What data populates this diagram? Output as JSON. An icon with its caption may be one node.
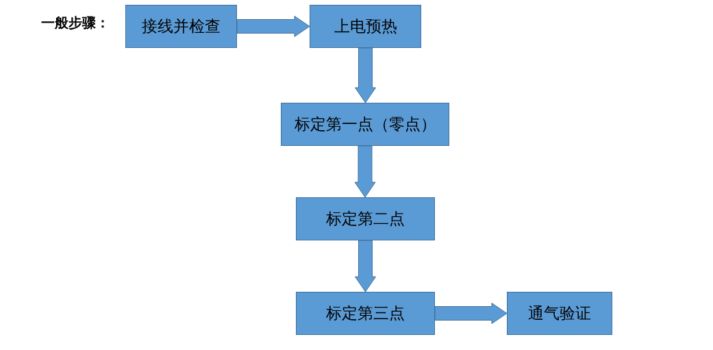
{
  "diagram": {
    "title": "一般步骤：",
    "nodes": [
      {
        "text": [
          "接线并检查"
        ]
      },
      {
        "text": [
          "上电预热"
        ]
      },
      {
        "text": [
          "标定第一点（零点）"
        ]
      },
      {
        "text": [
          "标定第二点"
        ]
      },
      {
        "text": [
          "标定第三点"
        ]
      },
      {
        "text": [
          "通气验证"
        ]
      }
    ],
    "edges": [
      {
        "from": 0,
        "to": 1,
        "arrow": "to"
      },
      {
        "from": 1,
        "to": 2,
        "arrow": "to"
      },
      {
        "from": 2,
        "to": 3,
        "arrow": "to"
      },
      {
        "from": 3,
        "to": 4,
        "arrow": "to"
      },
      {
        "from": 4,
        "to": 5,
        "arrow": "to"
      }
    ]
  }
}
